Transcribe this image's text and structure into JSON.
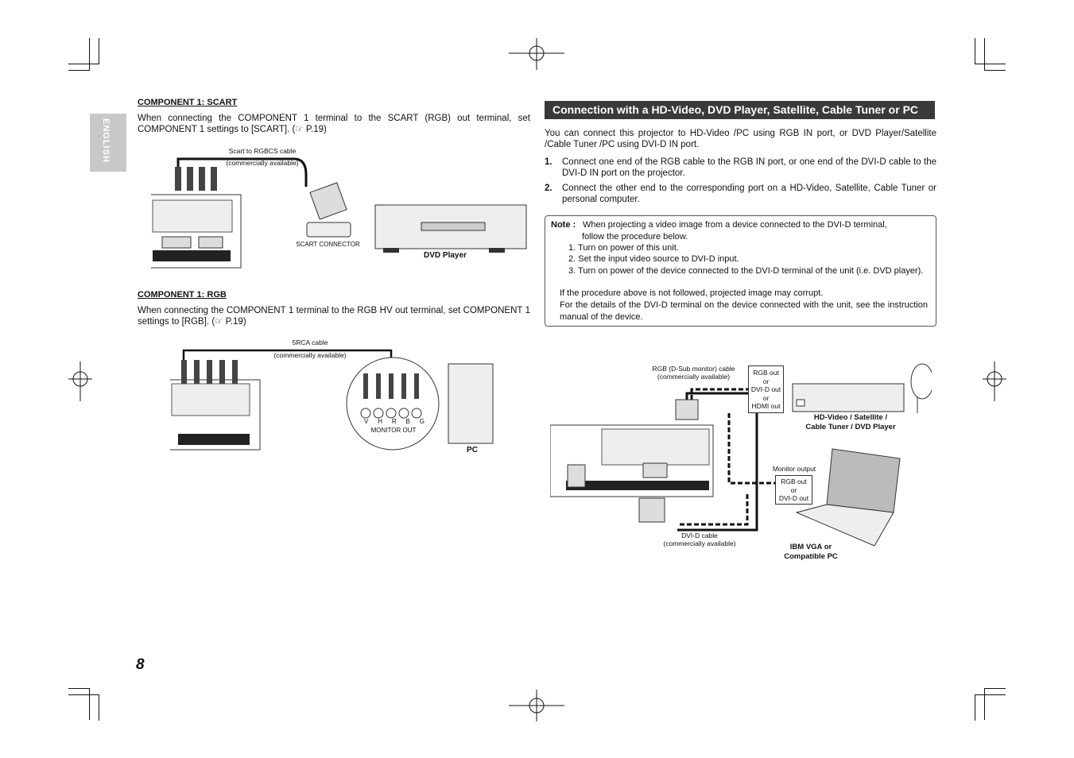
{
  "tab_label": "ENGLISH",
  "left": {
    "scart": {
      "heading": "COMPONENT 1: SCART",
      "text": "When connecting the COMPONENT 1 terminal to the SCART (RGB) out terminal, set COMPONENT 1 settings to [SCART]. (☞ P.19)",
      "cable_label": "Scart to RGBCS cable",
      "cable_note": "(commercially available)",
      "connector_label": "SCART CONNECTOR",
      "device_label": "DVD Player"
    },
    "rgb": {
      "heading": "COMPONENT 1: RGB",
      "text": "When connecting the COMPONENT 1 terminal to the RGB HV out terminal, set COMPONENT 1 settings to [RGB]. (☞ P.19)",
      "cable_label": "5RCA cable",
      "cable_note": "(commercially available)",
      "port_letters": [
        "V",
        "H",
        "R",
        "B",
        "G"
      ],
      "monitor_out": "MONITOR OUT",
      "device_label": "PC"
    }
  },
  "right": {
    "title": "Connection with a HD-Video, DVD Player, Satellite, Cable Tuner or PC",
    "intro": "You can connect this projector to HD-Video /PC using RGB IN port, or DVD Player/Satellite /Cable Tuner /PC using DVI-D IN port.",
    "steps": [
      {
        "num": "1.",
        "text": "Connect one end of the RGB cable to the RGB IN port, or one end of the DVI-D cable to the DVI-D IN port on the projector."
      },
      {
        "num": "2.",
        "text": "Connect the other end to the corresponding port on a HD-Video, Satellite, Cable Tuner or personal computer."
      }
    ],
    "note": {
      "label": "Note :",
      "first": "When projecting a video image from a device connected to the DVI-D terminal,",
      "first_cont": "follow the procedure below.",
      "items": [
        "1. Turn on power of this unit.",
        "2. Set the input video source to DVI-D input.",
        "3. Turn on power of the device connected to the DVI-D terminal of the unit (i.e. DVD player)."
      ],
      "footer1": "If the procedure above is not followed, projected image may corrupt.",
      "footer2": "For the details of the DVI-D terminal on the device connected with the unit, see the instruction manual of the device."
    },
    "diagram": {
      "rgb_cable": "RGB (D-Sub monitor) cable",
      "rgb_cable_note": "(commercially available)",
      "out_box": [
        "RGB out",
        "or",
        "DVI-D out",
        "or",
        "HDMI out"
      ],
      "hd_label_1": "HD-Video / Satellite /",
      "hd_label_2": "Cable Tuner / DVD Player",
      "monitor_output": "Monitor output",
      "pc_box": [
        "RGB out",
        "or",
        "DVI-D out"
      ],
      "dvi_cable": "DVI-D cable",
      "dvi_cable_note": "(commercially available)",
      "ibm_1": "IBM VGA or",
      "ibm_2": "Compatible PC"
    }
  },
  "page_number": "8"
}
